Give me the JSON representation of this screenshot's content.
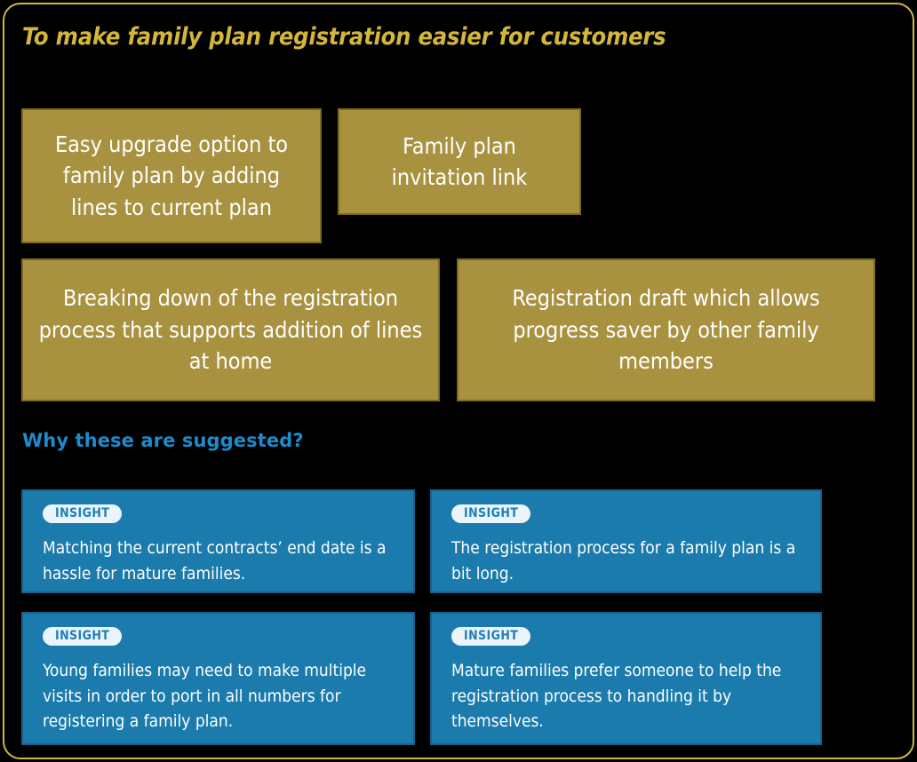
{
  "slide": {
    "title": "To make family plan registration easier for customers",
    "frame_border_color": "#D3B63B",
    "background_color": "#000000"
  },
  "ideas": {
    "box_fill_color": "#A89240",
    "box_border_color": "#7E6A1C",
    "box_text_color": "#FFFFFF",
    "items": [
      {
        "text": "Easy upgrade option to family plan by adding lines to current plan"
      },
      {
        "text": "Family plan invitation link"
      },
      {
        "text": "Breaking down of the registration process that supports addition of lines at home"
      },
      {
        "text": "Registration draft which allows progress saver by other family members"
      }
    ]
  },
  "insights_section": {
    "heading": "Why these are suggested?",
    "heading_color": "#1E8BCB",
    "card_fill_color": "#1B7BAC",
    "card_border_color": "#14628B",
    "badge_fill_color": "#EAF4FB",
    "badge_text_color": "#1E7FB8",
    "cards": [
      {
        "badge": "INSIGHT",
        "text": "Matching the current contracts’ end date is a hassle for mature families."
      },
      {
        "badge": "INSIGHT",
        "text": "The registration process for a family plan is a bit long."
      },
      {
        "badge": "INSIGHT",
        "text": "Young families may need to make multiple visits in order to port in all numbers for registering a family plan."
      },
      {
        "badge": "INSIGHT",
        "text": "Mature families prefer someone to help the registration process to handling it by themselves."
      }
    ]
  }
}
